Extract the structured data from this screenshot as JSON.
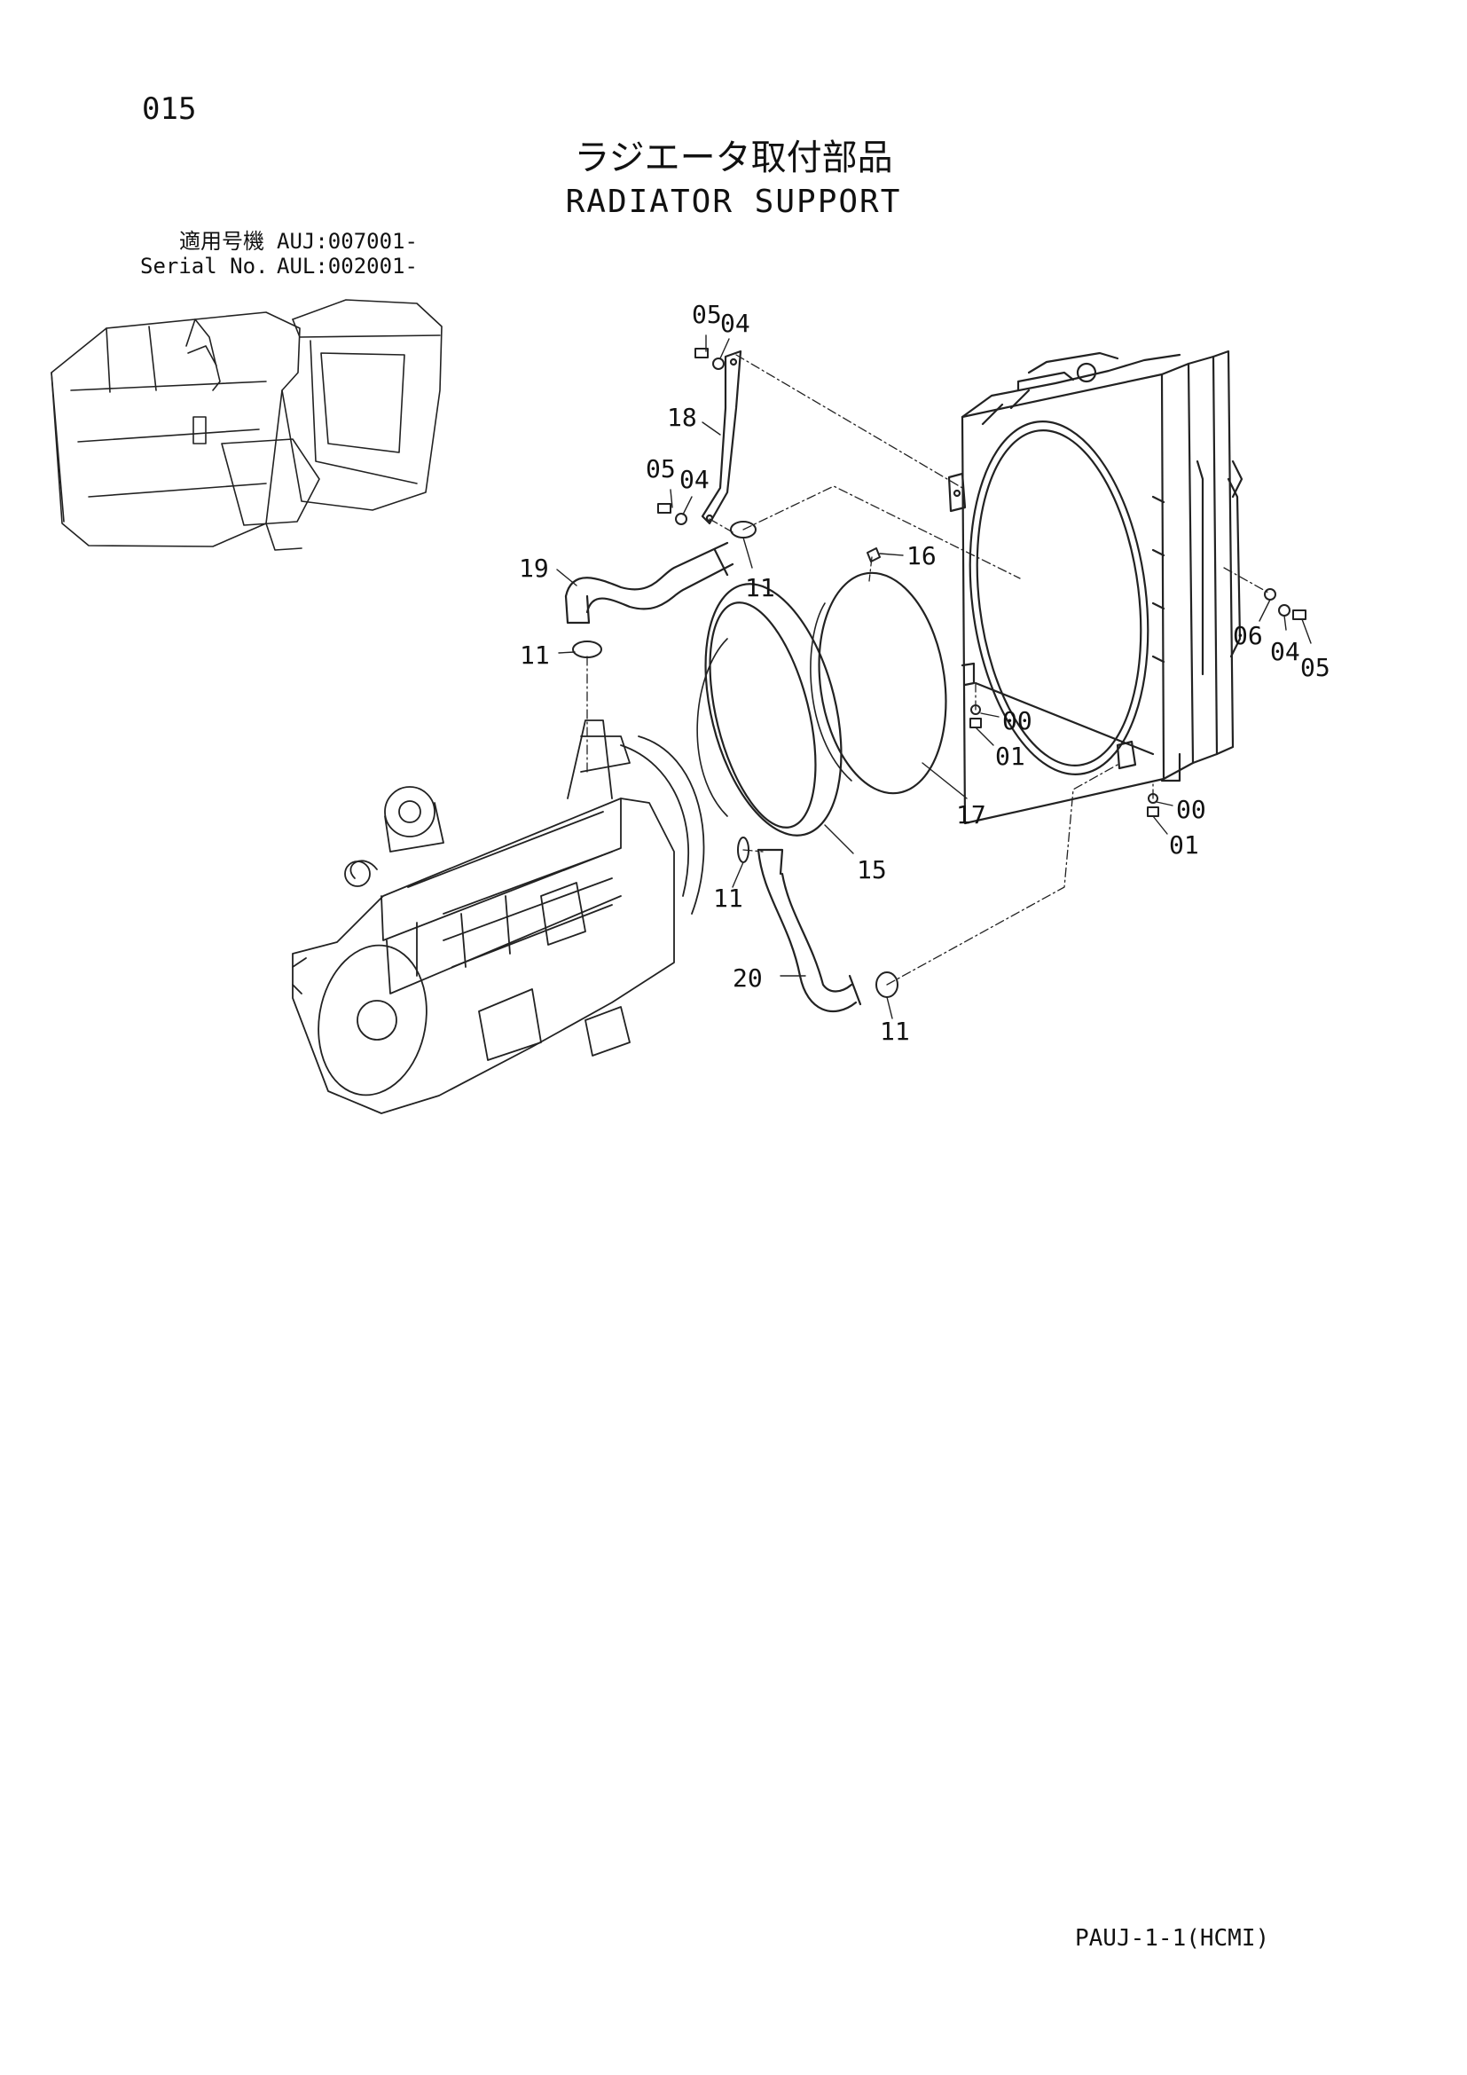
{
  "page": {
    "number": "015",
    "title_jp": "ラジエータ取付部品",
    "title_en": "RADIATOR SUPPORT",
    "serial": [
      {
        "label": "適用号機",
        "value": "AUJ:007001-"
      },
      {
        "label": "Serial No.",
        "value": "AUL:002001-"
      }
    ],
    "footer_code": "PAUJ-1-1(HCMI)"
  },
  "callouts": [
    "05",
    "04",
    "18",
    "05",
    "04",
    "19",
    "11",
    "11",
    "16",
    "06",
    "04",
    "05",
    "00",
    "01",
    "17",
    "00",
    "01",
    "15",
    "11",
    "20",
    "11"
  ]
}
